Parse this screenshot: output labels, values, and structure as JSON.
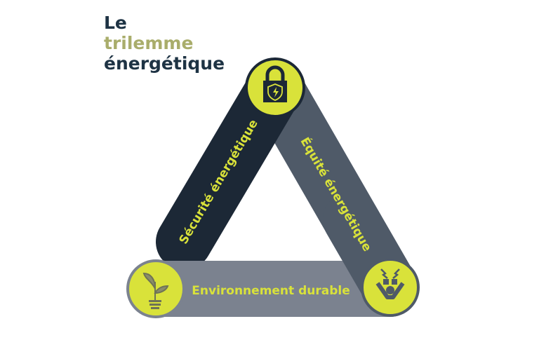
{
  "title": {
    "line1": "Le",
    "line2": "trilemme",
    "line3": "énergétique"
  },
  "pillars": {
    "security": {
      "label": "Sécurité énergétique",
      "icon": "lock-shield-icon"
    },
    "equity": {
      "label": "Équité énergétique",
      "icon": "person-plug-icon"
    },
    "environment": {
      "label": "Environnement durable",
      "icon": "plant-bulb-icon"
    }
  },
  "colors": {
    "dark": "#1c2836",
    "mid": "#4f5a68",
    "light": "#7b828f",
    "accent": "#d9e23a"
  }
}
